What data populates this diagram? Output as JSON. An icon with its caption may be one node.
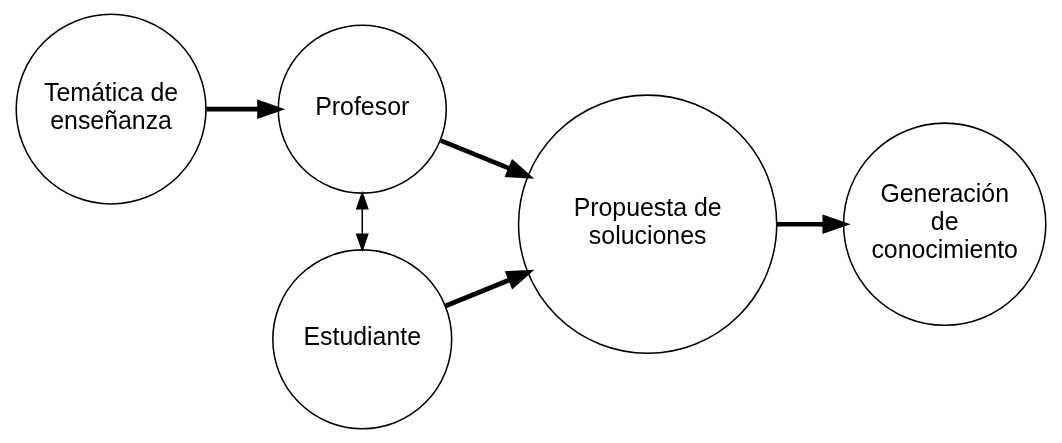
{
  "diagram": {
    "nodes": [
      {
        "text": [
          "Temática de enseñanza"
        ]
      },
      {
        "text": [
          "Profesor"
        ]
      },
      {
        "text": [
          "Estudiante"
        ]
      },
      {
        "text": [
          "Propuesta de soluciones"
        ]
      },
      {
        "text": [
          "Generación de conocimiento"
        ]
      }
    ],
    "edges": [
      {
        "from": 0,
        "to": 1,
        "arrow": "to"
      },
      {
        "from": 1,
        "to": 3,
        "arrow": "to"
      },
      {
        "from": 1,
        "to": 2,
        "arrow": "both"
      },
      {
        "from": 2,
        "to": 3,
        "arrow": "to"
      },
      {
        "from": 3,
        "to": 4,
        "arrow": "to"
      }
    ]
  }
}
